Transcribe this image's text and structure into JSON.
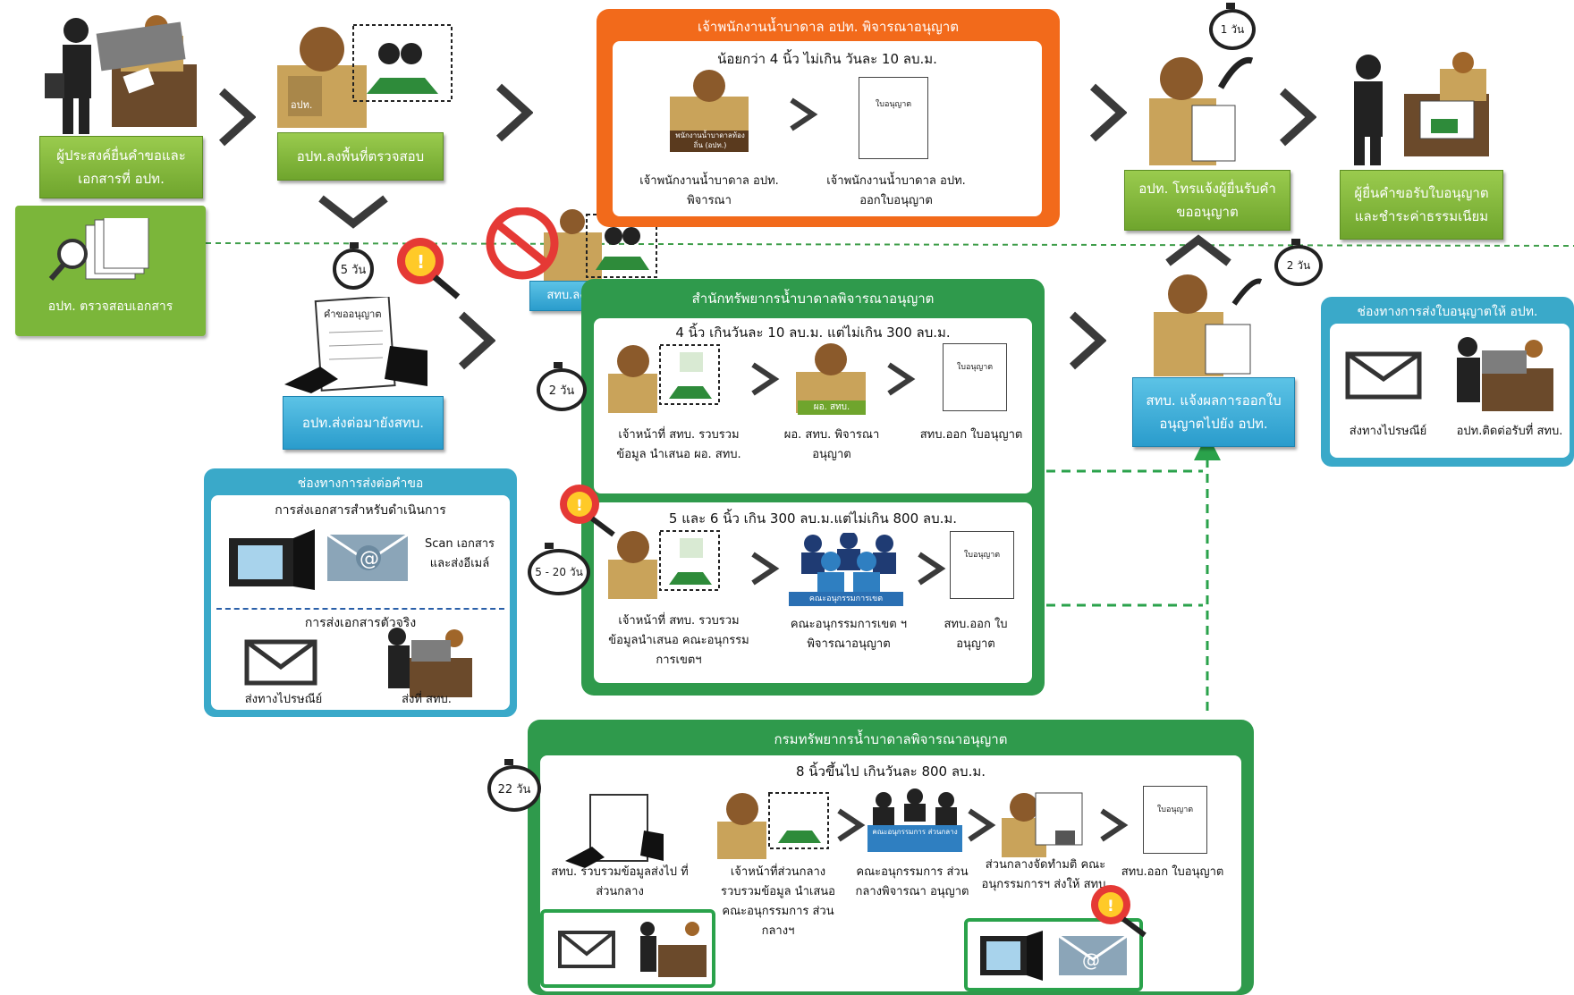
{
  "colors": {
    "green_label": "#7bb63a",
    "blue_label": "#3aaad6",
    "orange_panel": "#f26a1b",
    "green_panel": "#2f9a4c",
    "teal_panel": "#3aa9c9"
  },
  "steps": {
    "applicant": "ผู้ประสงค์ยื่นคำขอและเอกสารที่ อปท.",
    "doc_check": "อปท. ตรวจสอบเอกสาร",
    "field_inspect": "อปท.ลงพื้นที่ตรวจสอบ",
    "forward": "อปท.ส่งต่อมายังสทบ.",
    "call_applicant": "อปท. โทรแจ้งผู้ยื่นรับคำขออนุญาต",
    "receive_license": "ผู้ยื่นคำขอรับใบอนุญาตและชำระค่าธรรมเนียม",
    "notify_result": "สทบ. แจ้งผลการออกใบอนุญาตไปยัง อปท.",
    "no_field": "สทบ.ลงพื้นที่"
  },
  "form_label": "คำขออนุญาต",
  "license_label": "ใบอนุญาต",
  "orange_panel": {
    "title": "เจ้าพนักงานน้ำบาดาล อปท. พิจารณาอนุญาต",
    "criteria": "น้อยกว่า 4 นิ้ว ไม่เกิน วันละ 10 ลบ.ม.",
    "sign": "พนักงานน้ำบาดาลท้องถิ่น (อปท.)",
    "step1": "เจ้าพนักงานน้ำบาดาล อปท. พิจารณา",
    "step2": "เจ้าพนักงานน้ำบาดาล อปท. ออกใบอนุญาต"
  },
  "mid_panel": {
    "title": "สำนักทรัพยากรน้ำบาดาลพิจารณาอนุญาต",
    "row1_criteria": "4 นิ้ว เกินวันละ 10 ลบ.ม. แต่ไม่เกิน 300 ลบ.ม.",
    "row1_step1": "เจ้าหน้าที่ สทบ. รวบรวมข้อมูล นำเสนอ ผอ. สทบ.",
    "row1_sign": "ผอ. สทบ.",
    "row1_step2": "ผอ. สทบ. พิจารณาอนุญาต",
    "row1_step3": "สทบ.ออก ใบอนุญาต",
    "row2_criteria": "5 และ 6 นิ้ว เกิน 300 ลบ.ม.แต่ไม่เกิน 800 ลบ.ม.",
    "row2_step1": "เจ้าหน้าที่ สทบ. รวบรวม ข้อมูลนำเสนอ คณะอนุกรรมการเขตฯ",
    "row2_sign": "คณะอนุกรรมการเขต",
    "row2_step2": "คณะอนุกรรมการเขต ฯ พิจารณาอนุญาต",
    "row2_step3": "สทบ.ออก ใบอนุญาต"
  },
  "dept_panel": {
    "title": "กรมทรัพยากรน้ำบาดาลพิจารณาอนุญาต",
    "criteria": "8 นิ้วขึ้นไป เกินวันละ 800 ลบ.ม.",
    "step1": "สทบ. รวบรวมข้อมูลส่งไป ที่ส่วนกลาง",
    "step2": "เจ้าหน้าที่ส่วนกลาง รวบรวมข้อมูล นำเสนอ คณะอนุกรรมการ ส่วนกลางฯ",
    "step3_sign": "คณะอนุกรรมการ ส่วนกลาง",
    "step3": "คณะอนุกรรมการ ส่วนกลางพิจารณา อนุญาต",
    "step4": "ส่วนกลางจัดทำมติ คณะอนุกรรมการฯ ส่งให้ สทบ.",
    "step5": "สทบ.ออก ใบอนุญาต"
  },
  "submit_channels": {
    "title": "ช่องทางการส่งต่อคำขอ",
    "sub1": "การส่งเอกสารสำหรับดำเนินการ",
    "scan": "Scan เอกสาร และส่งอีเมล์",
    "sub2": "การส่งเอกสารตัวจริง",
    "post": "ส่งทางไปรษณีย์",
    "at_office": "ส่งที่ สทบ."
  },
  "license_channels": {
    "title": "ช่องทางการส่งใบอนุญาตให้ อปท.",
    "post": "ส่งทางไปรษณีย์",
    "contact": "อปท.ติดต่อรับที่ สทบ."
  },
  "timers": {
    "t1": "1 วัน",
    "t2": "2 วัน",
    "t5": "5 วัน",
    "t2b": "2 วัน",
    "t520": "5 - 20 วัน",
    "t22": "22 วัน"
  }
}
